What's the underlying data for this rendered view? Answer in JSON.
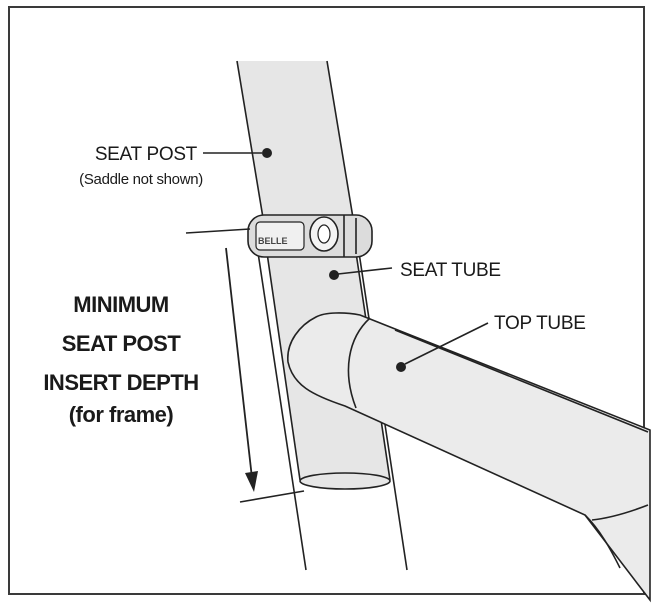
{
  "labels": {
    "seat_post": "SEAT POST",
    "saddle_note": "(Saddle not shown)",
    "seat_tube": "SEAT TUBE",
    "top_tube": "TOP TUBE",
    "insert_depth": {
      "line1": "MINIMUM",
      "line2": "SEAT POST",
      "line3": "INSERT DEPTH",
      "line4": "(for frame)"
    }
  },
  "clamp_logo": "BELLE",
  "colors": {
    "outline": "#222222",
    "tube_fill": "#e6e6e6",
    "background": "#ffffff"
  }
}
